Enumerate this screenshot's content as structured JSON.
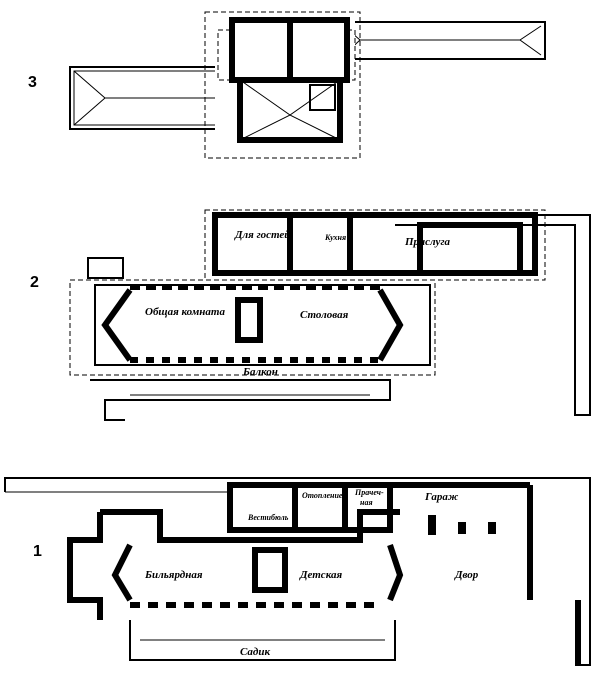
{
  "levels": {
    "level3": {
      "number": "3"
    },
    "level2": {
      "number": "2",
      "rooms": {
        "guests": "Для гостей",
        "kitchen": "Кухня",
        "servants": "Прислуга",
        "living": "Общая комната",
        "dining": "Столовая",
        "balcony": "Балкон"
      }
    },
    "level1": {
      "number": "1",
      "rooms": {
        "vestibule": "Вестибюль",
        "heating": "Отопление",
        "laundry_1": "Прачеч-",
        "laundry_2": "ная",
        "garage": "Гараж",
        "billiard": "Бильярдная",
        "children": "Детская",
        "yard": "Двор",
        "garden": "Садик"
      }
    }
  }
}
